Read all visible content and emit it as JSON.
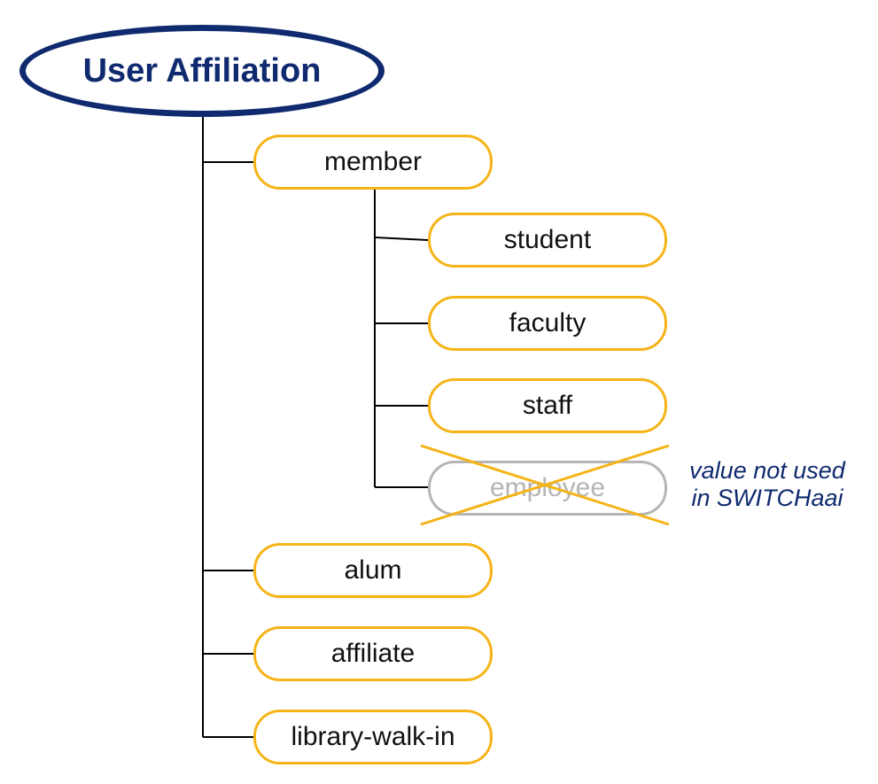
{
  "root": {
    "label": "User Affiliation"
  },
  "nodes": {
    "member": "member",
    "student": "student",
    "faculty": "faculty",
    "staff": "staff",
    "employee": "employee",
    "alum": "alum",
    "affiliate": "affiliate",
    "library_walk_in": "library-walk-in"
  },
  "note": {
    "line1": "value not used",
    "line2": "in SWITCHaai"
  },
  "colors": {
    "root_border": "#0f2a6e",
    "node_border": "#f5b417",
    "disabled": "#b5b5b5",
    "note_text": "#0f2a6e",
    "connector": "#000000"
  }
}
